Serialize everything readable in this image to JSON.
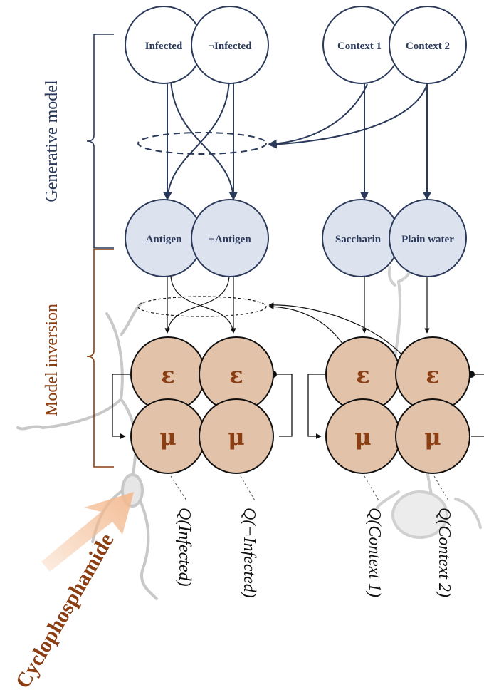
{
  "sections": {
    "generative": "Generative model",
    "inversion": "Model inversion"
  },
  "hidden_states": {
    "infected": "Infected",
    "not_infected": "¬Infected",
    "context1": "Context 1",
    "context2": "Context 2"
  },
  "observations": {
    "antigen": "Antigen",
    "not_antigen": "¬Antigen",
    "saccharin": "Saccharin",
    "plain_water": "Plain water"
  },
  "units": {
    "error": "ε",
    "expectation": "μ"
  },
  "posteriors": {
    "q_infected": "Q(Infected)",
    "q_not_infected": "Q(¬Infected)",
    "q_context1": "Q(Context 1)",
    "q_context2": "Q(Context 2)"
  },
  "drug": "Cyclophosphamide",
  "colors": {
    "hidden_fill": "#ffffff",
    "node_stroke": "#2b3a5a",
    "obs_fill": "#dde3ee",
    "unit_fill": "#e3c2aa",
    "unit_text": "#8a3e12",
    "bracket_blue": "#2b3a5a",
    "bracket_brown": "#8a3e12",
    "neuron": "#bdbdbd",
    "arrow": "#f3b98f"
  }
}
